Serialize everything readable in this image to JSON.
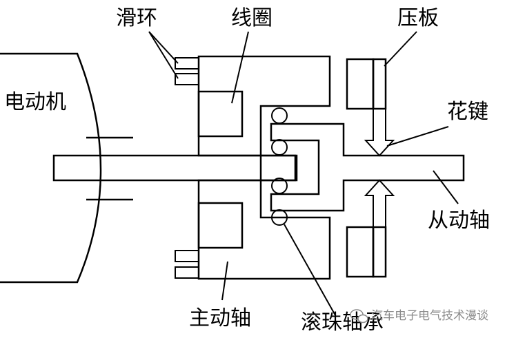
{
  "labels": {
    "slip_ring": "滑环",
    "coil": "线圈",
    "pressure_plate": "压板",
    "motor": "电动机",
    "spline": "花键",
    "driven_shaft": "从动轴",
    "driving_shaft": "主动轴",
    "ball_bearing": "滚珠轴承"
  },
  "watermark": {
    "text": "汽车电子电气技术漫谈",
    "icon": "wechat-logo-icon"
  }
}
